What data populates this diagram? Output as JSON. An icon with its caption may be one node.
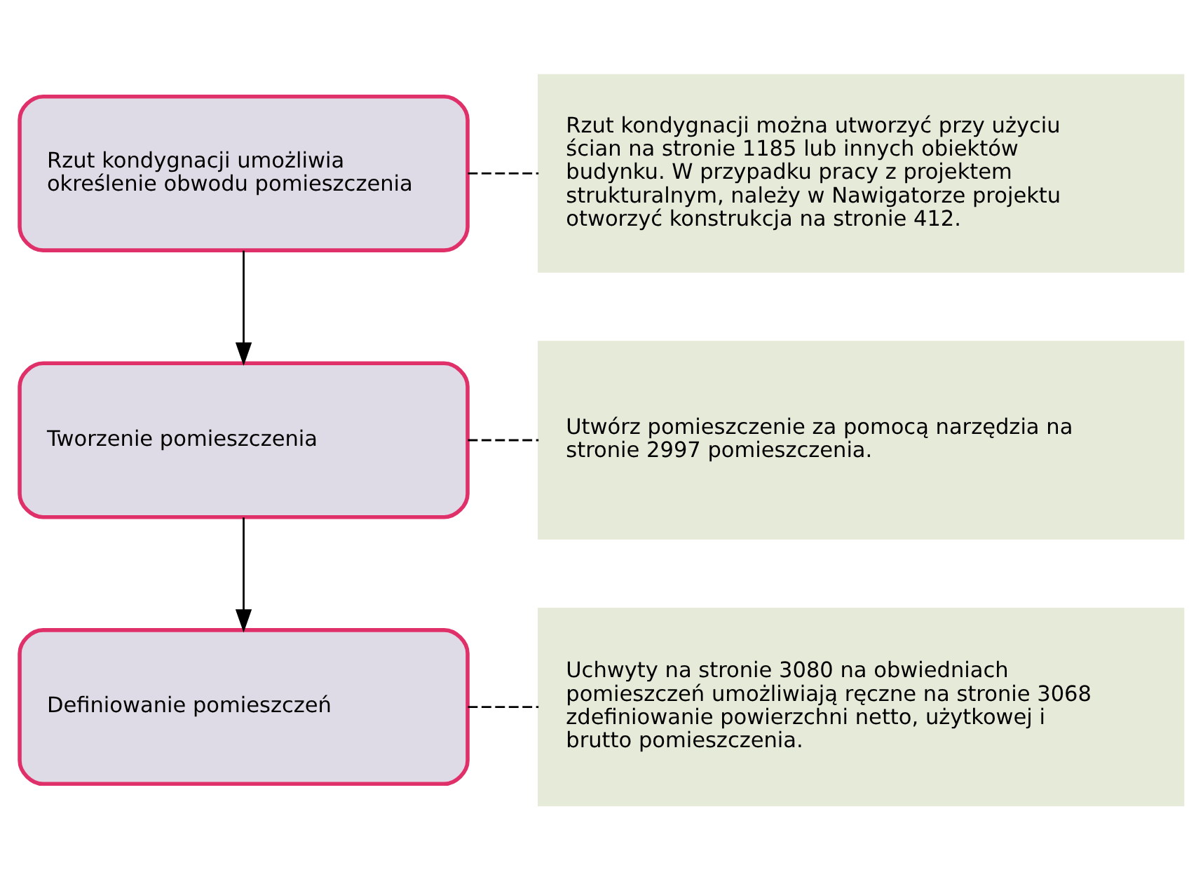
{
  "diagram": {
    "nodes": [
      {
        "text": [
          "Rzut kondygnacji umożliwia określenie obwodu pomieszczenia"
        ]
      },
      {
        "text": [
          "Rzut kondygnacji można utworzyć przy użyciu ścian na stronie 1185 lub innych obiektów budynku. W przypadku pracy z projektem strukturalnym, należy w Nawigatorze projektu otworzyć konstrukcja na stronie 412."
        ]
      },
      {
        "text": [
          "Tworzenie pomieszczenia"
        ]
      },
      {
        "text": [
          "Utwórz pomieszczenie za pomocą narzędzia na stronie 2997 pomieszczenia."
        ]
      },
      {
        "text": [
          "Definiowanie pomieszczeń"
        ]
      },
      {
        "text": [
          "Uchwyty na stronie 3080 na obwiedniach pomieszczeń umożliwiają ręczne na stronie 3068 zdefiniowanie powierzchni netto, użytkowej i brutto pomieszczenia."
        ]
      }
    ],
    "edges": [
      {
        "from": 0,
        "to": 1,
        "arrow": "none",
        "style": "dashed"
      },
      {
        "from": 0,
        "to": 2,
        "arrow": "to"
      },
      {
        "from": 2,
        "to": 3,
        "arrow": "none",
        "style": "dashed"
      },
      {
        "from": 2,
        "to": 4,
        "arrow": "to"
      },
      {
        "from": 4,
        "to": 5,
        "arrow": "none",
        "style": "dashed"
      }
    ]
  }
}
